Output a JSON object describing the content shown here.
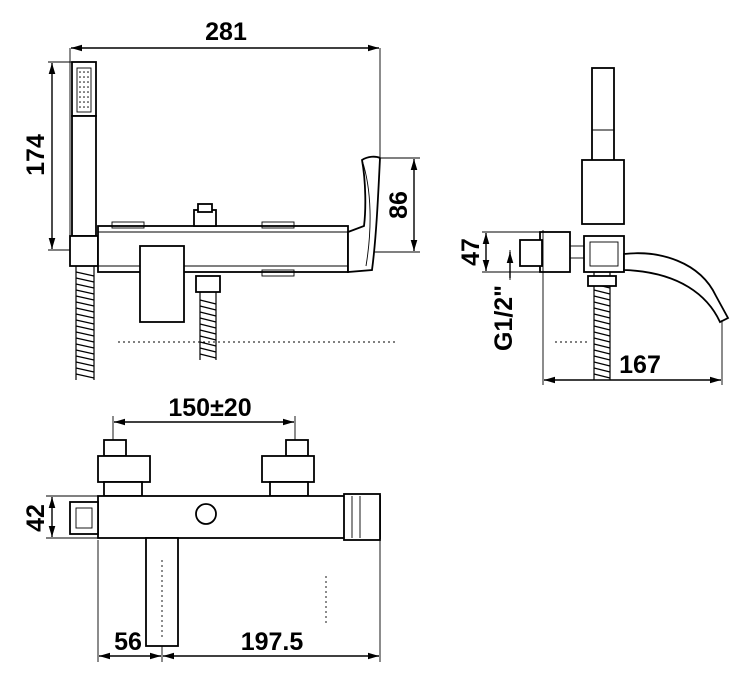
{
  "dimensions": {
    "overall_width": "281",
    "hand_shower_height": "174",
    "spout_height": "86",
    "wall_offset": "47",
    "thread": "G1/2\"",
    "projection": "167",
    "centers": "150±20",
    "body_depth": "42",
    "left_offset": "56",
    "right_offset": "197.5"
  }
}
